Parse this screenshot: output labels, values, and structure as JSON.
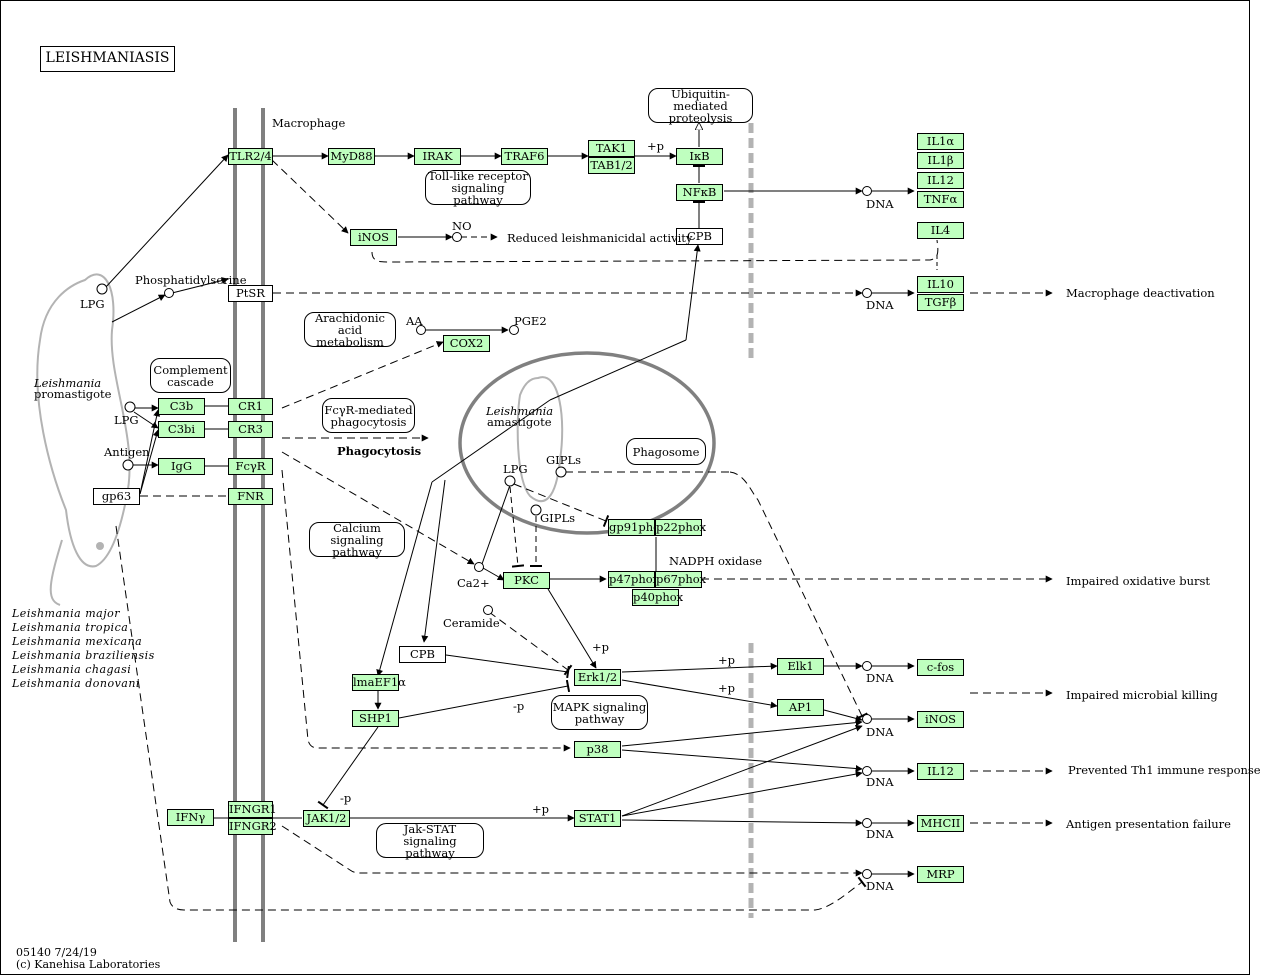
{
  "title": "LEISHMANIASIS",
  "compartment_labels": {
    "macrophage": "Macrophage",
    "leishmania_promastigote_line1": "Leishmania",
    "leishmania_promastigote_line2": "promastigote",
    "leishmania_amastigote_line1": "Leishmania",
    "leishmania_amastigote_line2": "amastigote",
    "nadph_oxidase": "NADPH oxidase",
    "phagocytosis": "Phagocytosis"
  },
  "genes": {
    "tlr24": "TLR2/4",
    "myd88": "MyD88",
    "irak": "IRAK",
    "traf6": "TRAF6",
    "tak1": "TAK1",
    "tab12": "TAB1/2",
    "ikb": "IκB",
    "nfkb": "NFκB",
    "inos_top": "iNOS",
    "cox2": "COX2",
    "c3b": "C3b",
    "c3bi": "C3bi",
    "cr1": "CR1",
    "cr3": "CR3",
    "igg": "IgG",
    "fcgr": "FcγR",
    "fnr": "FNR",
    "gp91phox": "gp91phox",
    "p22phox": "p22phox",
    "p47phox": "p47phox",
    "p67phox": "p67phox",
    "p40phox": "p40phox",
    "pkc": "PKC",
    "erk12": "Erk1/2",
    "lmaef1a": "lmaEF1α",
    "shp1": "SHP1",
    "p38": "p38",
    "ifng": "IFNγ",
    "ifngr1": "IFNGR1",
    "ifngr2": "IFNGR2",
    "jak12": "JAK1/2",
    "stat1": "STAT1",
    "elk1": "Elk1",
    "ap1": "AP1",
    "il1a": "IL1α",
    "il1b": "IL1β",
    "il12_top": "IL12",
    "tnfa": "TNFα",
    "il4": "IL4",
    "il10": "IL10",
    "tgfb": "TGFβ",
    "cfos": "c-fos",
    "inos_out": "iNOS",
    "il12_out": "IL12",
    "mhcii": "MHCII",
    "mrp": "MRP"
  },
  "white_boxes": {
    "cpb_top": "CPB",
    "ptsr": "PtSR",
    "gp63": "gp63",
    "cpb_mid": "CPB"
  },
  "pathways": {
    "ubiquitin": "Ubiquitin-mediated\nproteolysis",
    "tlr": "Toll-like receptor\nsignaling pathway",
    "arachidonic": "Arachidonic acid\nmetabolism",
    "complement": "Complement\ncascade",
    "fcgr": "FcγR-mediated\nphagocytosis",
    "phagosome": "Phagosome",
    "calcium": "Calcium signaling\npathway",
    "mapk": "MAPK signaling\npathway",
    "jakstat": "Jak-STAT signaling\npathway"
  },
  "compounds": {
    "lpg_outer": "LPG",
    "phosphatidylserine": "Phosphatidylserine",
    "lpg_mid": "LPG",
    "antigen": "Antigen",
    "no": "NO",
    "aa": "AA",
    "pge2": "PGE2",
    "lpg_inner": "LPG",
    "gipls_1": "GIPLs",
    "gipls_2": "GIPLs",
    "ca2": "Ca2+",
    "ceramide": "Ceramide"
  },
  "dna_labels": [
    "DNA",
    "DNA",
    "DNA",
    "DNA",
    "DNA",
    "DNA",
    "DNA"
  ],
  "modifiers": {
    "p_tak": "+p",
    "p_erk": "+p",
    "p_elk": "+p",
    "p_ap1": "+p",
    "p_stat": "+p",
    "m_shp": "-p",
    "m_jak": "-p"
  },
  "outcomes": {
    "reduced": "Reduced leishmanicidal activity",
    "macrophage_deact": "Macrophage deactivation",
    "oxidative": "Impaired oxidative burst",
    "microbial": "Impaired microbial killing",
    "th1": "Prevented Th1 immune response",
    "antigen": "Antigen presentation failure"
  },
  "species": [
    "Leishmania  major",
    "Leishmania  tropica",
    "Leishmania  mexicana",
    "Leishmania  braziliensis",
    "Leishmania  chagasi",
    "Leishmania  donovani"
  ],
  "footer": {
    "line1": "05140 7/24/19",
    "line2": "(c) Kanehisa Laboratories"
  },
  "colors": {
    "gene_fill": "#bfffbf",
    "membrane": "#808080",
    "nucleus_dash": "#b3b3b3",
    "parasite": "#b3b3b3",
    "phagosome": "#808080"
  }
}
